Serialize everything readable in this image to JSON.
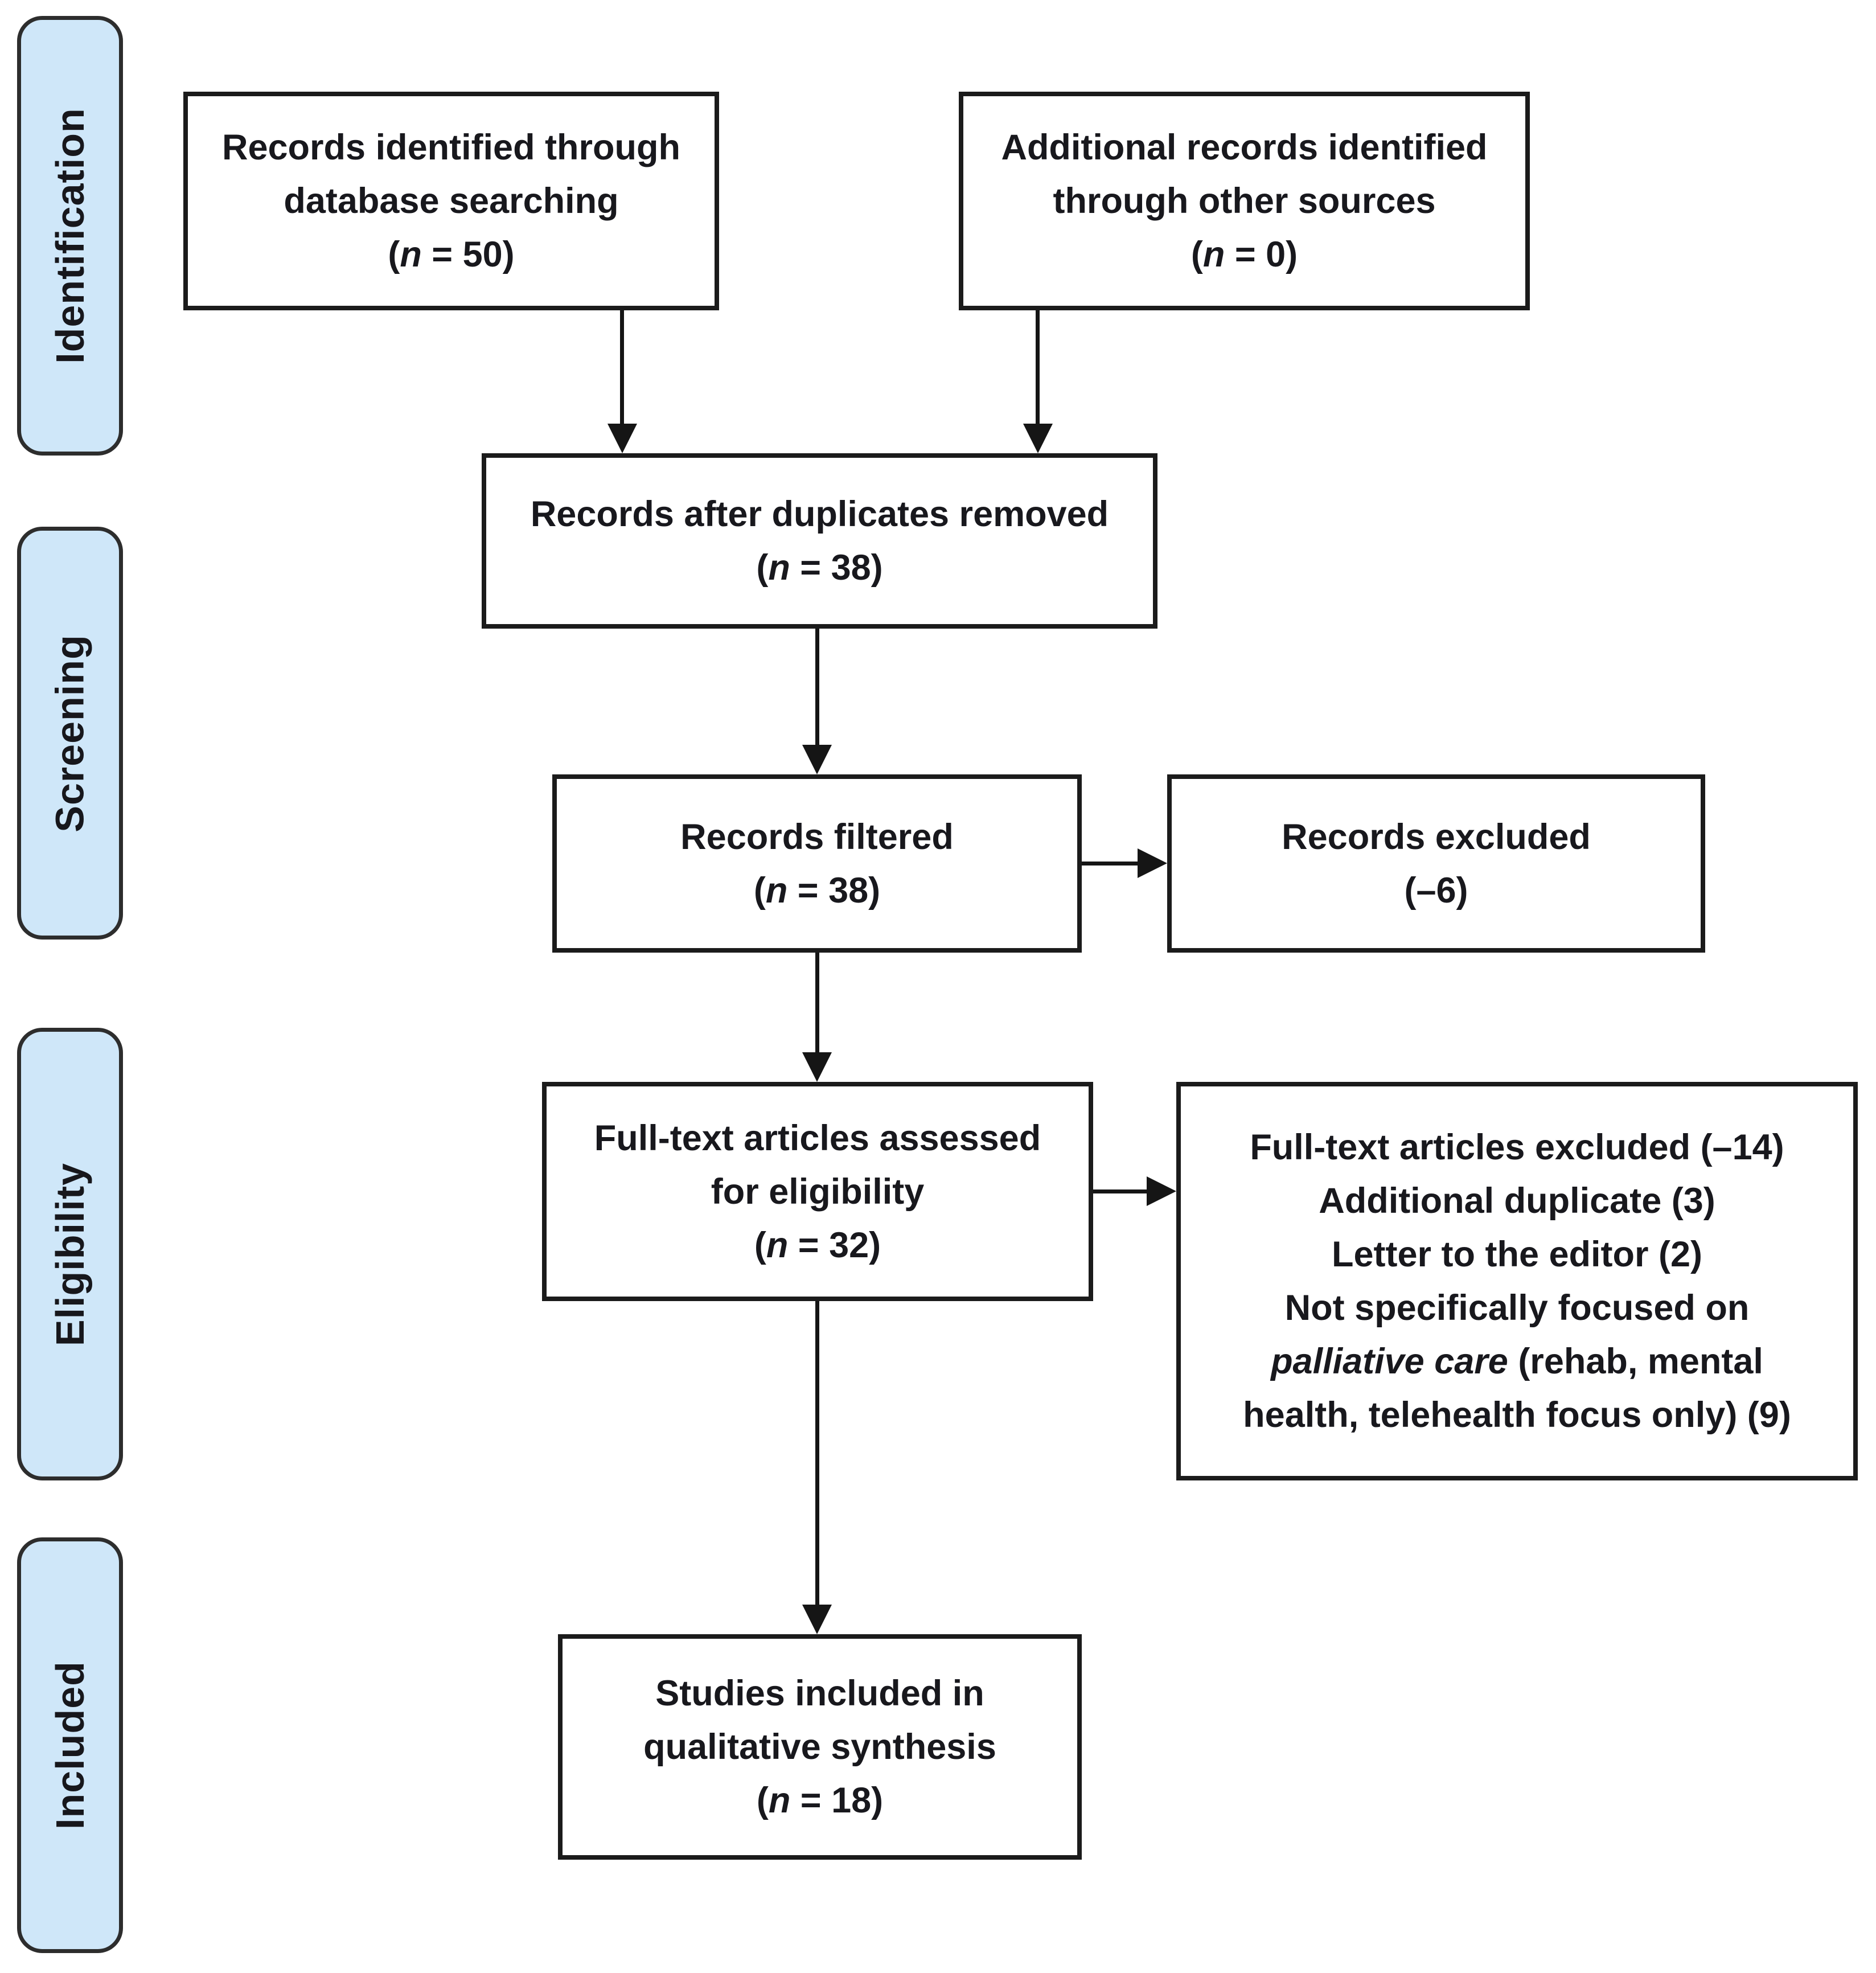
{
  "title": "PRISMA flow diagram",
  "colors": {
    "background": "#ffffff",
    "stage_fill": "#cfe7f9",
    "stage_border": "#2d2d2d",
    "box_border": "#1b1b1b",
    "text": "#18181d",
    "arrow": "#151515"
  },
  "stages": [
    {
      "label": "Identification"
    },
    {
      "label": "Screening"
    },
    {
      "label": "Eligibility"
    },
    {
      "label": "Included"
    }
  ],
  "boxes": {
    "records_identified": {
      "lines": [
        "Records identified through",
        "database searching"
      ],
      "n": {
        "open": "(",
        "sym": "n",
        "rest": " = 50)"
      }
    },
    "additional_records": {
      "lines": [
        "Additional records identified",
        "through other sources"
      ],
      "n": {
        "open": "(",
        "sym": "n",
        "rest": " = 0)"
      }
    },
    "duplicates_removed": {
      "lines": [
        "Records after duplicates removed"
      ],
      "n": {
        "open": "(",
        "sym": "n",
        "rest": " = 38)"
      }
    },
    "records_filtered": {
      "lines": [
        "Records filtered"
      ],
      "n": {
        "open": "(",
        "sym": "n",
        "rest": " = 38)"
      }
    },
    "records_excluded": {
      "lines": [
        "Records excluded",
        "(–6)"
      ]
    },
    "fulltext_assessed": {
      "lines": [
        "Full-text articles assessed",
        "for eligibility"
      ],
      "n": {
        "open": "(",
        "sym": "n",
        "rest": " = 32)"
      }
    },
    "fulltext_excluded": {
      "lines": [
        "Full-text articles excluded (–14)",
        "Additional duplicate (3)",
        "Letter to the editor (2)",
        "Not specifically focused on"
      ],
      "italic_segment": "palliative care",
      "after_italic": " (rehab, mental",
      "last_line": "health, telehealth focus only) (9)"
    },
    "studies_included": {
      "lines": [
        "Studies included in",
        "qualitative synthesis"
      ],
      "n": {
        "open": "(",
        "sym": "n",
        "rest": " = 18)"
      }
    }
  }
}
